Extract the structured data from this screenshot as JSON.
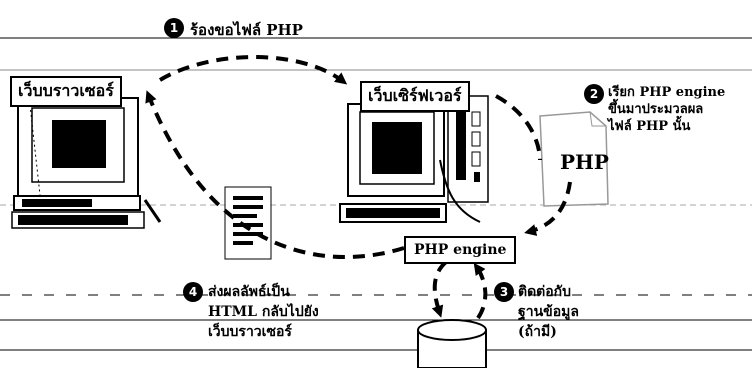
{
  "steps": [
    {
      "number": "1",
      "text": "ร้องขอไฟล์ PHP"
    },
    {
      "number": "2",
      "lines": [
        "เรียก PHP engine",
        "ขึ้นมาประมวลผล",
        "ไฟล์ PHP นั้น"
      ]
    },
    {
      "number": "3",
      "lines": [
        "ติดต่อกับ",
        "ฐานข้อมูล",
        "(ถ้ามี)"
      ]
    },
    {
      "number": "4",
      "lines": [
        "ส่งผลลัพธ์เป็น",
        "HTML กลับไปยัง",
        "เว็บบราวเซอร์"
      ]
    }
  ],
  "labels": {
    "browser": "เว็บบราวเซอร์",
    "server": "เว็บเซิร์ฟเวอร์",
    "php_file": "PHP",
    "php_engine": "PHP engine"
  }
}
